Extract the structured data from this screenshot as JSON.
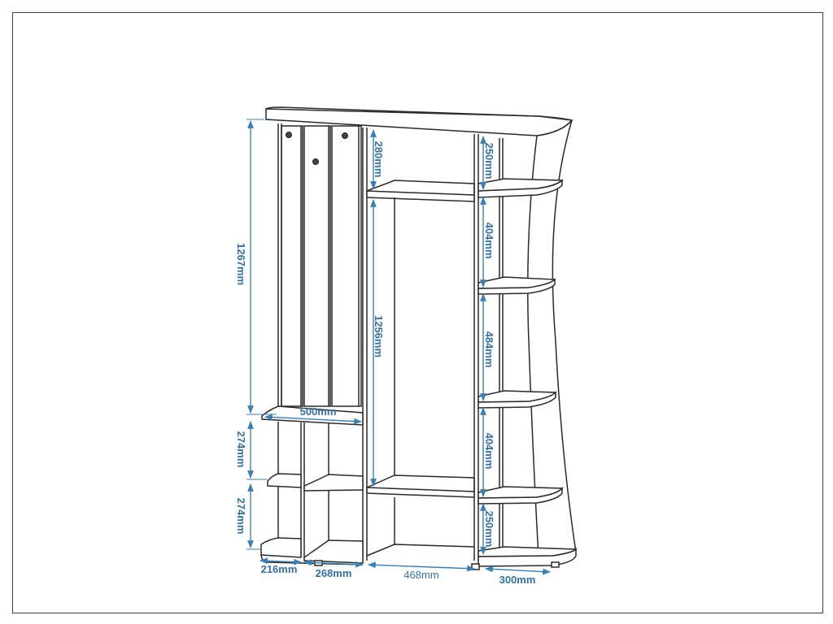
{
  "dimensions": {
    "total_height": "1267mm",
    "left_lower_shelf_1": "274mm",
    "left_lower_shelf_2": "274mm",
    "left_shelf_width": "500mm",
    "hanger_top": "280mm",
    "hanger_height": "1256mm",
    "right_shelf_1": "250mm",
    "right_shelf_2": "404mm",
    "right_shelf_3": "484mm",
    "right_shelf_4": "404mm",
    "right_shelf_5": "250mm",
    "bottom_width_1": "216mm",
    "bottom_width_2": "268mm",
    "bottom_width_3": "468mm",
    "bottom_width_4": "300mm"
  },
  "colors": {
    "line": "#2a2a2a",
    "dimension": "#3a7fb6",
    "label": "#3570a6"
  }
}
